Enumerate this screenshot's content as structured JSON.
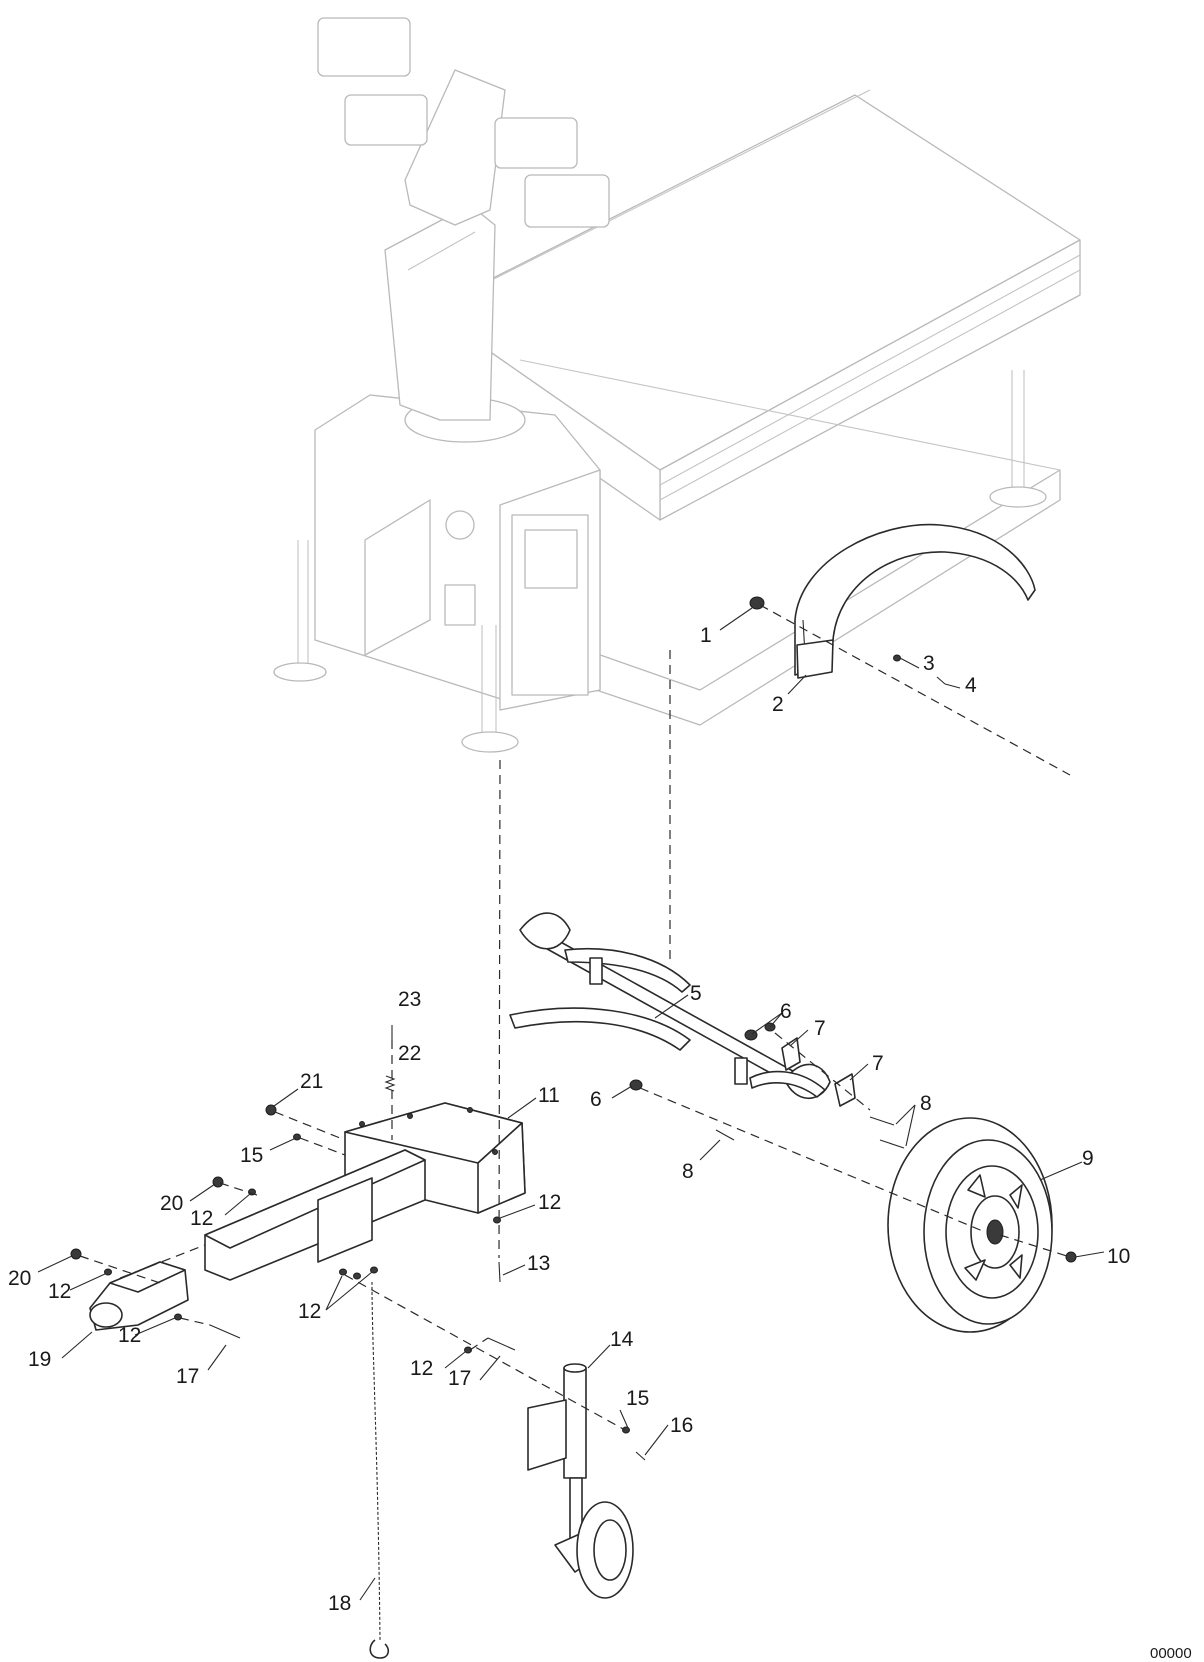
{
  "diagram": {
    "callouts": [
      {
        "id": "c1",
        "label": "1"
      },
      {
        "id": "c2",
        "label": "2"
      },
      {
        "id": "c3",
        "label": "3"
      },
      {
        "id": "c4",
        "label": "4"
      },
      {
        "id": "c5",
        "label": "5"
      },
      {
        "id": "c6a",
        "label": "6"
      },
      {
        "id": "c6b",
        "label": "6"
      },
      {
        "id": "c7a",
        "label": "7"
      },
      {
        "id": "c7b",
        "label": "7"
      },
      {
        "id": "c8a",
        "label": "8"
      },
      {
        "id": "c8b",
        "label": "8"
      },
      {
        "id": "c9",
        "label": "9"
      },
      {
        "id": "c10",
        "label": "10"
      },
      {
        "id": "c11",
        "label": "11"
      },
      {
        "id": "c12a",
        "label": "12"
      },
      {
        "id": "c12b",
        "label": "12"
      },
      {
        "id": "c12c",
        "label": "12"
      },
      {
        "id": "c12d",
        "label": "12"
      },
      {
        "id": "c12e",
        "label": "12"
      },
      {
        "id": "c12f",
        "label": "12"
      },
      {
        "id": "c13",
        "label": "13"
      },
      {
        "id": "c14",
        "label": "14"
      },
      {
        "id": "c15a",
        "label": "15"
      },
      {
        "id": "c15b",
        "label": "15"
      },
      {
        "id": "c16",
        "label": "16"
      },
      {
        "id": "c17a",
        "label": "17"
      },
      {
        "id": "c17b",
        "label": "17"
      },
      {
        "id": "c18",
        "label": "18"
      },
      {
        "id": "c19",
        "label": "19"
      },
      {
        "id": "c20a",
        "label": "20"
      },
      {
        "id": "c20b",
        "label": "20"
      },
      {
        "id": "c21",
        "label": "21"
      },
      {
        "id": "c22",
        "label": "22"
      },
      {
        "id": "c23",
        "label": "23"
      }
    ],
    "drawing_number": "00000"
  }
}
